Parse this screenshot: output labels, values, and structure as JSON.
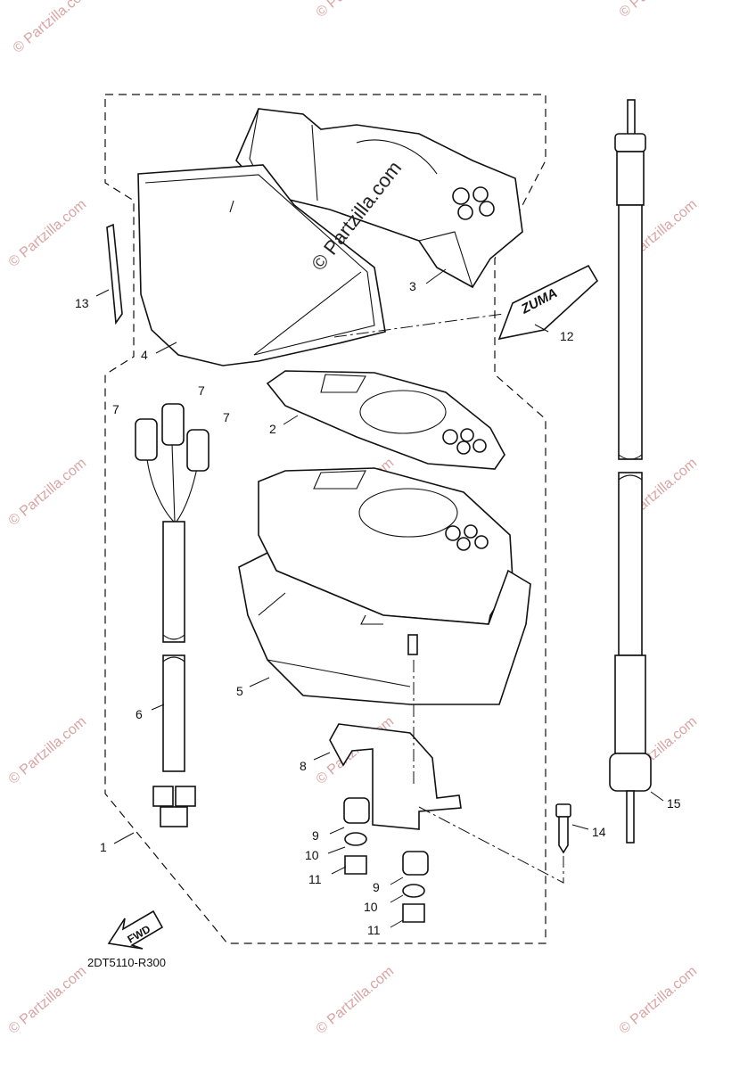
{
  "diagram": {
    "reference_code": "2DT5110-R300",
    "center_watermark": "© Partzilla.com",
    "watermark_text": "© Partzilla.com",
    "decal_text": "ZUMA",
    "fwd_label": "FWD",
    "callouts": {
      "c1": "1",
      "c2": "2",
      "c3": "3",
      "c4": "4",
      "c5": "5",
      "c6": "6",
      "c7a": "7",
      "c7b": "7",
      "c7c": "7",
      "c8": "8",
      "c9a": "9",
      "c9b": "9",
      "c10a": "10",
      "c10b": "10",
      "c11a": "11",
      "c11b": "11",
      "c12": "12",
      "c13": "13",
      "c14": "14",
      "c15": "15"
    }
  }
}
